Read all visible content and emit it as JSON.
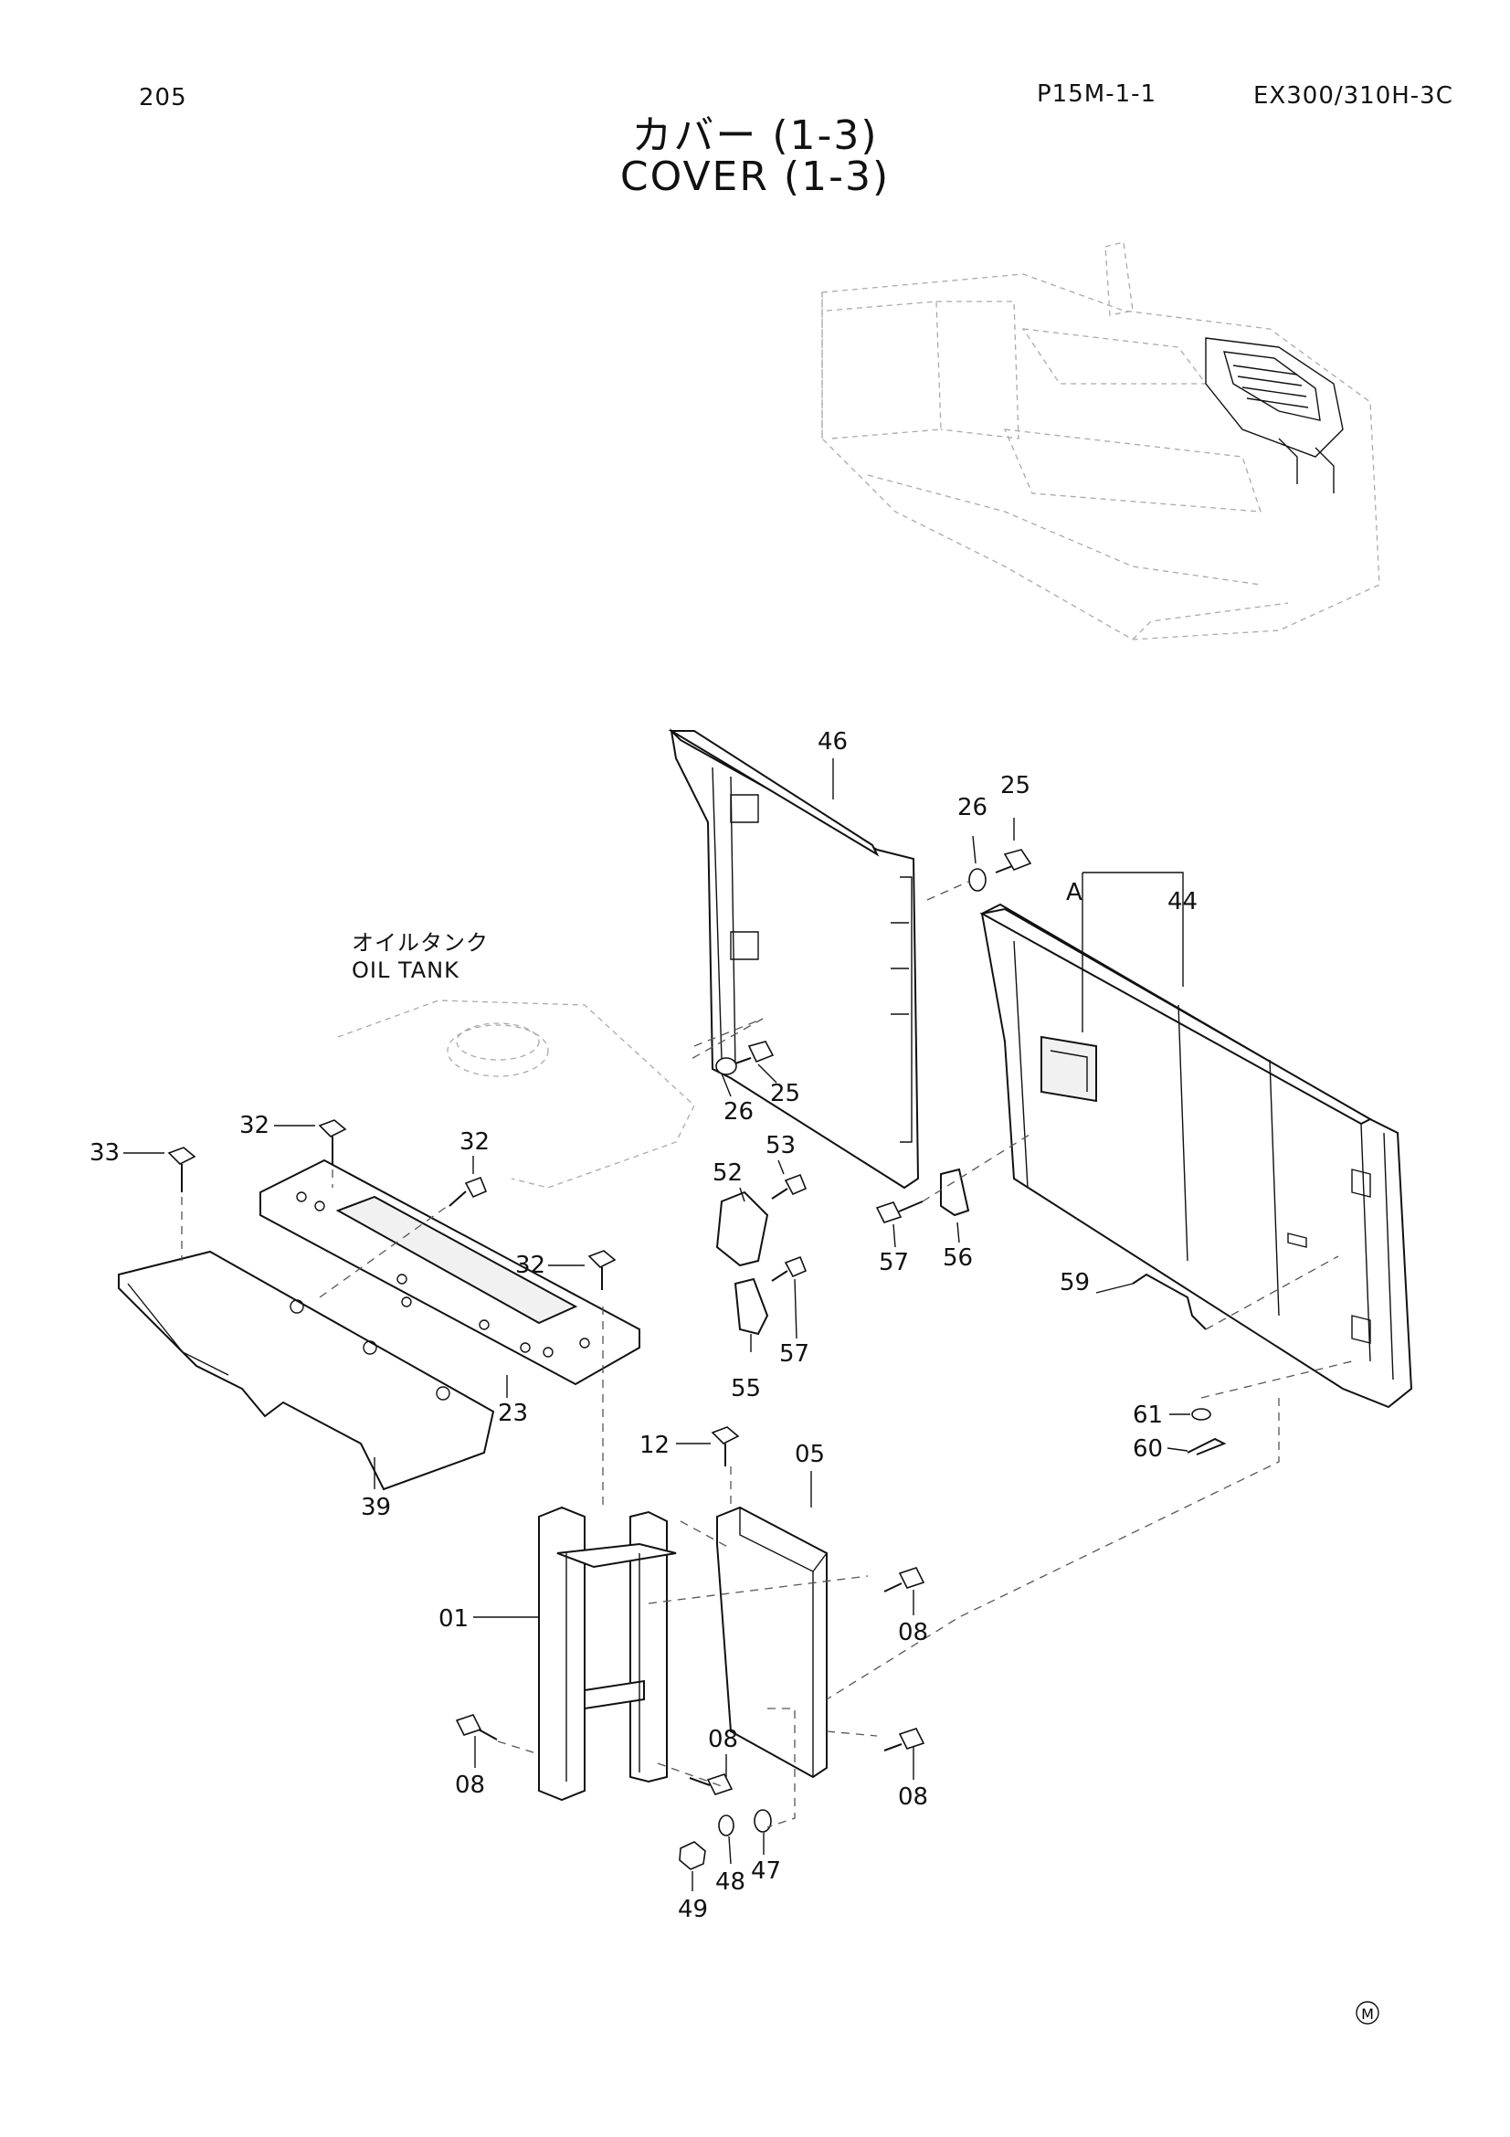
{
  "header": {
    "page_number": "205",
    "page_code": "P15M-1-1",
    "model": "EX300/310H-3C"
  },
  "title": {
    "japanese": "カバー (1-3)",
    "english": "COVER (1-3)"
  },
  "annotations": {
    "oil_tank_jp": "オイルタンク",
    "oil_tank_en": "OIL TANK",
    "view_marker": "A",
    "footer_mark": "M"
  },
  "callouts": {
    "c46": "46",
    "c25a": "25",
    "c26a": "26",
    "c44": "44",
    "c26b": "26",
    "c25b": "25",
    "c32a": "32",
    "c32b": "32",
    "c32c": "32",
    "c33": "33",
    "c53": "53",
    "c52": "52",
    "c56": "56",
    "c57a": "57",
    "c59": "59",
    "c57b": "57",
    "c55": "55",
    "c23": "23",
    "c39": "39",
    "c61": "61",
    "c60": "60",
    "c12": "12",
    "c05": "05",
    "c01": "01",
    "c08a": "08",
    "c08b": "08",
    "c08c": "08",
    "c08d": "08",
    "c49": "49",
    "c48": "48",
    "c47": "47"
  }
}
